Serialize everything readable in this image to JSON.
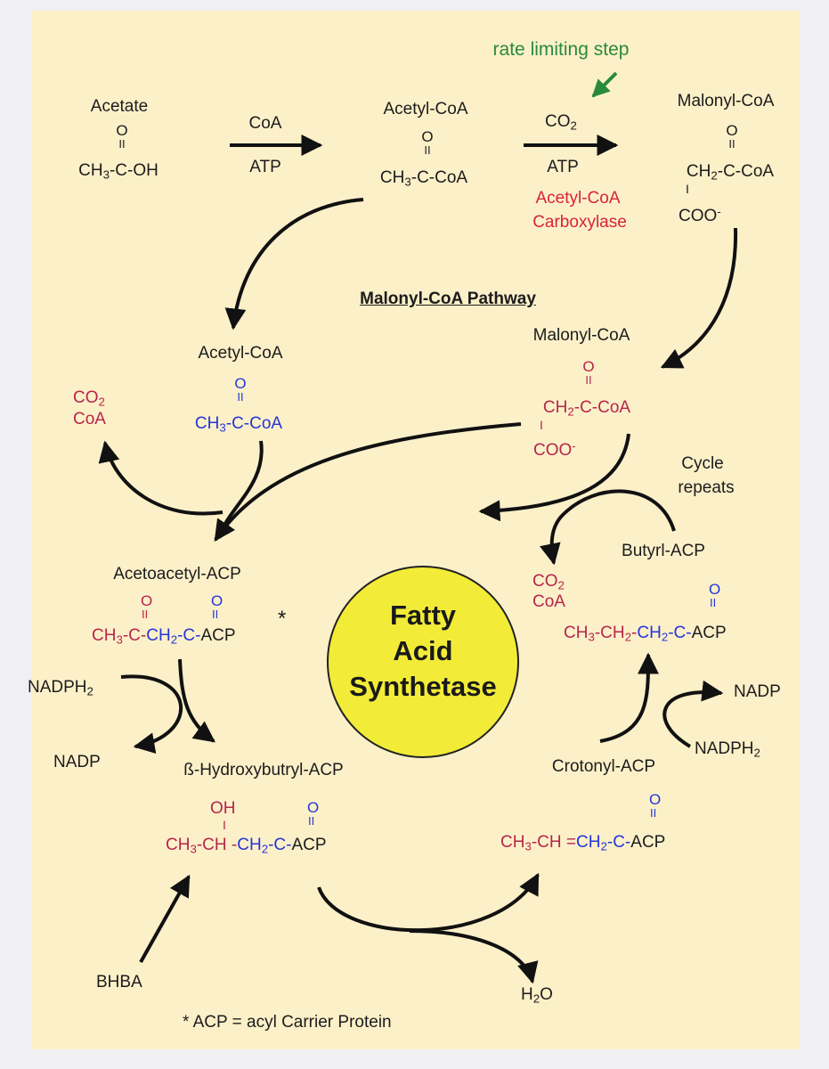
{
  "top": {
    "acetate": {
      "name": "Acetate",
      "o": "O",
      "bond": "II",
      "formula": "CH3-C-OH"
    },
    "step1": {
      "above": "CoA",
      "below": "ATP"
    },
    "acetyl_coa": {
      "name": "Acetyl-CoA",
      "o": "O",
      "bond": "II",
      "formula": "CH3-C-CoA"
    },
    "step2": {
      "above": "CO2",
      "below": "ATP",
      "enzyme_line1": "Acetyl-CoA",
      "enzyme_line2": "Carboxylase"
    },
    "rate_limiting": "rate limiting step",
    "malonyl_coa": {
      "name": "Malonyl-CoA",
      "o": "O",
      "bond": "II",
      "formula": "CH2-C-CoA",
      "branch": "I",
      "coo": "COO-"
    }
  },
  "pathway_title": "Malonyl-CoA Pathway",
  "cycle": {
    "acetyl_coa": {
      "name": "Acetyl-CoA",
      "o": "O",
      "bond": "II",
      "formula": "CH3-C-CoA"
    },
    "malonyl_coa": {
      "name": "Malonyl-CoA",
      "o": "O",
      "bond": "II",
      "formula": "CH2-C-CoA",
      "branch": "I",
      "coo": "COO-"
    },
    "released_left": {
      "co2": "CO2",
      "coa": "CoA"
    },
    "released_right": {
      "co2": "CO2",
      "coa": "CoA"
    },
    "cycle_repeats": {
      "line1": "Cycle",
      "line2": "repeats"
    },
    "acetoacetyl": {
      "name": "Acetoacetyl-ACP",
      "o1": "O",
      "o2": "O",
      "bond": "II",
      "part1": "CH3-C-",
      "part2": "CH2-C-",
      "part3": "ACP",
      "star": "*"
    },
    "butyryl": {
      "name": "Butyrl-ACP",
      "o": "O",
      "bond": "II",
      "part1": "CH3-CH2-",
      "part2": "CH2-C-",
      "part3": "ACP"
    },
    "nadph_left": "NADPH2",
    "nadp_left": "NADP",
    "hydroxybutyryl": {
      "name": "ß-Hydroxybutryl-ACP",
      "oh": "OH",
      "branch": "I",
      "o": "O",
      "bond": "II",
      "part1": "CH3-CH -",
      "part2": "CH2-C-",
      "part3": "ACP"
    },
    "nadp_right": "NADP",
    "nadph_right": "NADPH2",
    "crotonyl": {
      "name": "Crotonyl-ACP",
      "o": "O",
      "bond": "II",
      "part1": "CH3-CH =",
      "part2": "CH2-C-",
      "part3": "ACP"
    },
    "bhba": "BHBA",
    "water": "H2O"
  },
  "enzyme": {
    "line1": "Fatty",
    "line2": "Acid",
    "line3": "Synthetase"
  },
  "footnote": "* ACP = acyl Carrier Protein"
}
